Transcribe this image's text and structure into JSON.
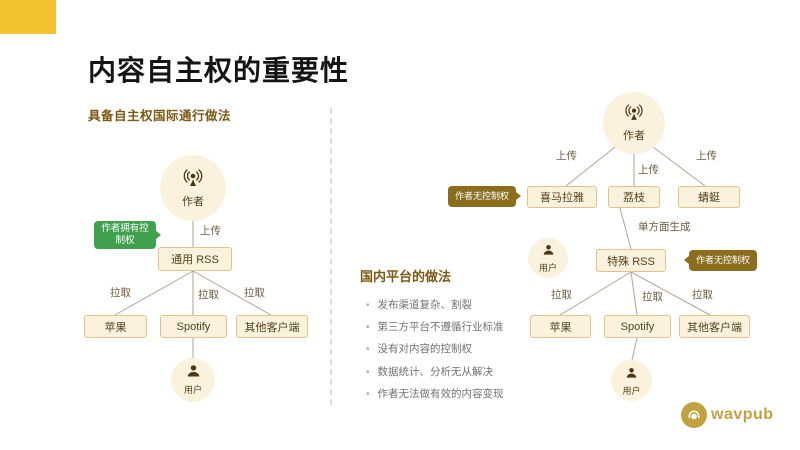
{
  "slide": {
    "title": "内容自主权的重要性"
  },
  "left_section": {
    "heading": "具备自主权国际通行做法",
    "author": "作者",
    "upload": "上传",
    "owner_tag": "作者拥有控制权",
    "rss": "通用 RSS",
    "pull": "拉取",
    "clients": [
      "苹果",
      "Spotify",
      "其他客户端"
    ],
    "user": "用户"
  },
  "right_section": {
    "author": "作者",
    "upload": "上传",
    "no_control_tag": "作者无控制权",
    "platforms": [
      "喜马拉雅",
      "荔枝",
      "蜻蜓"
    ],
    "unilateral": "单方面生成",
    "rss": "特殊 RSS",
    "user_mid": "用户",
    "pull": "拉取",
    "clients": [
      "苹果",
      "Spotify",
      "其他客户端"
    ],
    "user_bottom": "用户",
    "panel": {
      "heading": "国内平台的做法",
      "bullets": [
        "发布渠道复杂、割裂",
        "第三方平台不遵循行业标准",
        "没有对内容的控制权",
        "数据统计、分析无从解决",
        "作者无法做有效的内容变现"
      ]
    }
  },
  "logo": {
    "text": "wavpub"
  },
  "colors": {
    "accent_yellow": "#F2C231",
    "green_tag": "#3FA14E",
    "dark_tag": "#8A6E1E",
    "node_fill": "#FBF2DE",
    "node_border": "#DFC38D",
    "logo_gold": "#C2A23E"
  }
}
